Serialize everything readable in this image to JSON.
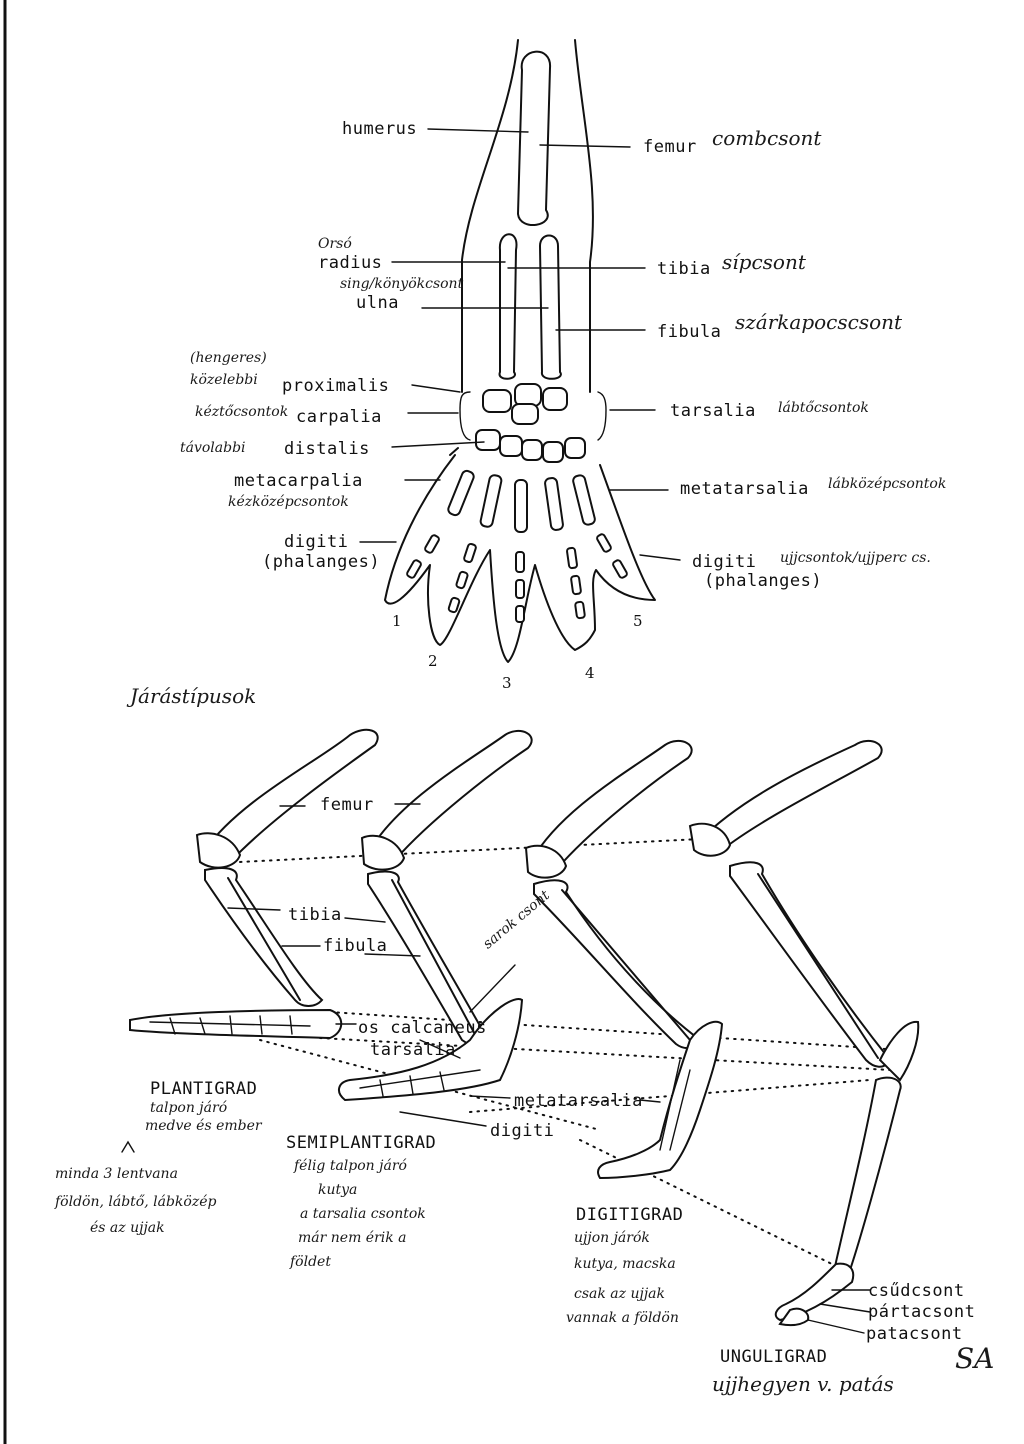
{
  "upper_diagram": {
    "left_labels": {
      "humerus": "humerus",
      "radius_hand": "Orsó",
      "radius": "radius",
      "ulna_hand": "sing/könyökcsont",
      "ulna": "ulna",
      "proximalis_hand_1": "(hengeres)",
      "proximalis_hand_2": "közelebbi",
      "proximalis": "proximalis",
      "carpalia_hand": "kéztőcsontok",
      "carpalia": "carpalia",
      "distalis_hand": "távolabbi",
      "distalis": "distalis",
      "metacarpalia": "metacarpalia",
      "metacarpalia_hand": "kézközépcsontok",
      "digiti": "digiti",
      "phalanges": "(phalanges)"
    },
    "right_labels": {
      "femur": "femur",
      "femur_hand": "combcsont",
      "tibia": "tibia",
      "tibia_hand": "sípcsont",
      "fibula": "fibula",
      "fibula_hand": "szárkapocscsont",
      "tarsalia": "tarsalia",
      "tarsalia_hand": "lábtőcsontok",
      "metatarsalia": "metatarsalia",
      "metatarsalia_hand": "lábközépcsontok",
      "digiti": "digiti",
      "digiti_hand": "ujjcsontok/ujjperc cs.",
      "phalanges": "(phalanges)"
    },
    "digit_numbers": [
      "1",
      "2",
      "3",
      "4",
      "5"
    ]
  },
  "lower_diagram": {
    "heading_hand": "Járástípusok",
    "labels": {
      "femur": "femur",
      "tibia": "tibia",
      "fibula": "fibula",
      "sarok_hand": "sarok csont",
      "os_calcaneus": "os calcaneus",
      "tarsalia": "tarsalia",
      "metatarsalia": "metatarsalia",
      "digiti": "digiti",
      "csudcsont": "csűdcsont",
      "partacsont": "pártacsont",
      "patacsont": "patacsont"
    },
    "types": {
      "plantigrad": {
        "name": "PLANTIGRAD",
        "hand": [
          "talpon járó",
          "medve és ember",
          "minda 3 lentvana",
          "földön, lábtő, lábközép",
          "és az ujjak"
        ]
      },
      "semiplantigrad": {
        "name": "SEMIPLANTIGRAD",
        "hand": [
          "félig talpon járó",
          "kutya",
          "a tarsalia csontok",
          "már nem érik a",
          "földet"
        ]
      },
      "digitigrad": {
        "name": "DIGITIGRAD",
        "hand": [
          "ujjon járók",
          "kutya, macska",
          "csak az ujjak",
          "vannak a földön"
        ]
      },
      "unguligrad": {
        "name": "UNGULIGRAD",
        "hand": [
          "ujjhegyen v. patás"
        ]
      }
    },
    "initials_hand": "SA"
  }
}
